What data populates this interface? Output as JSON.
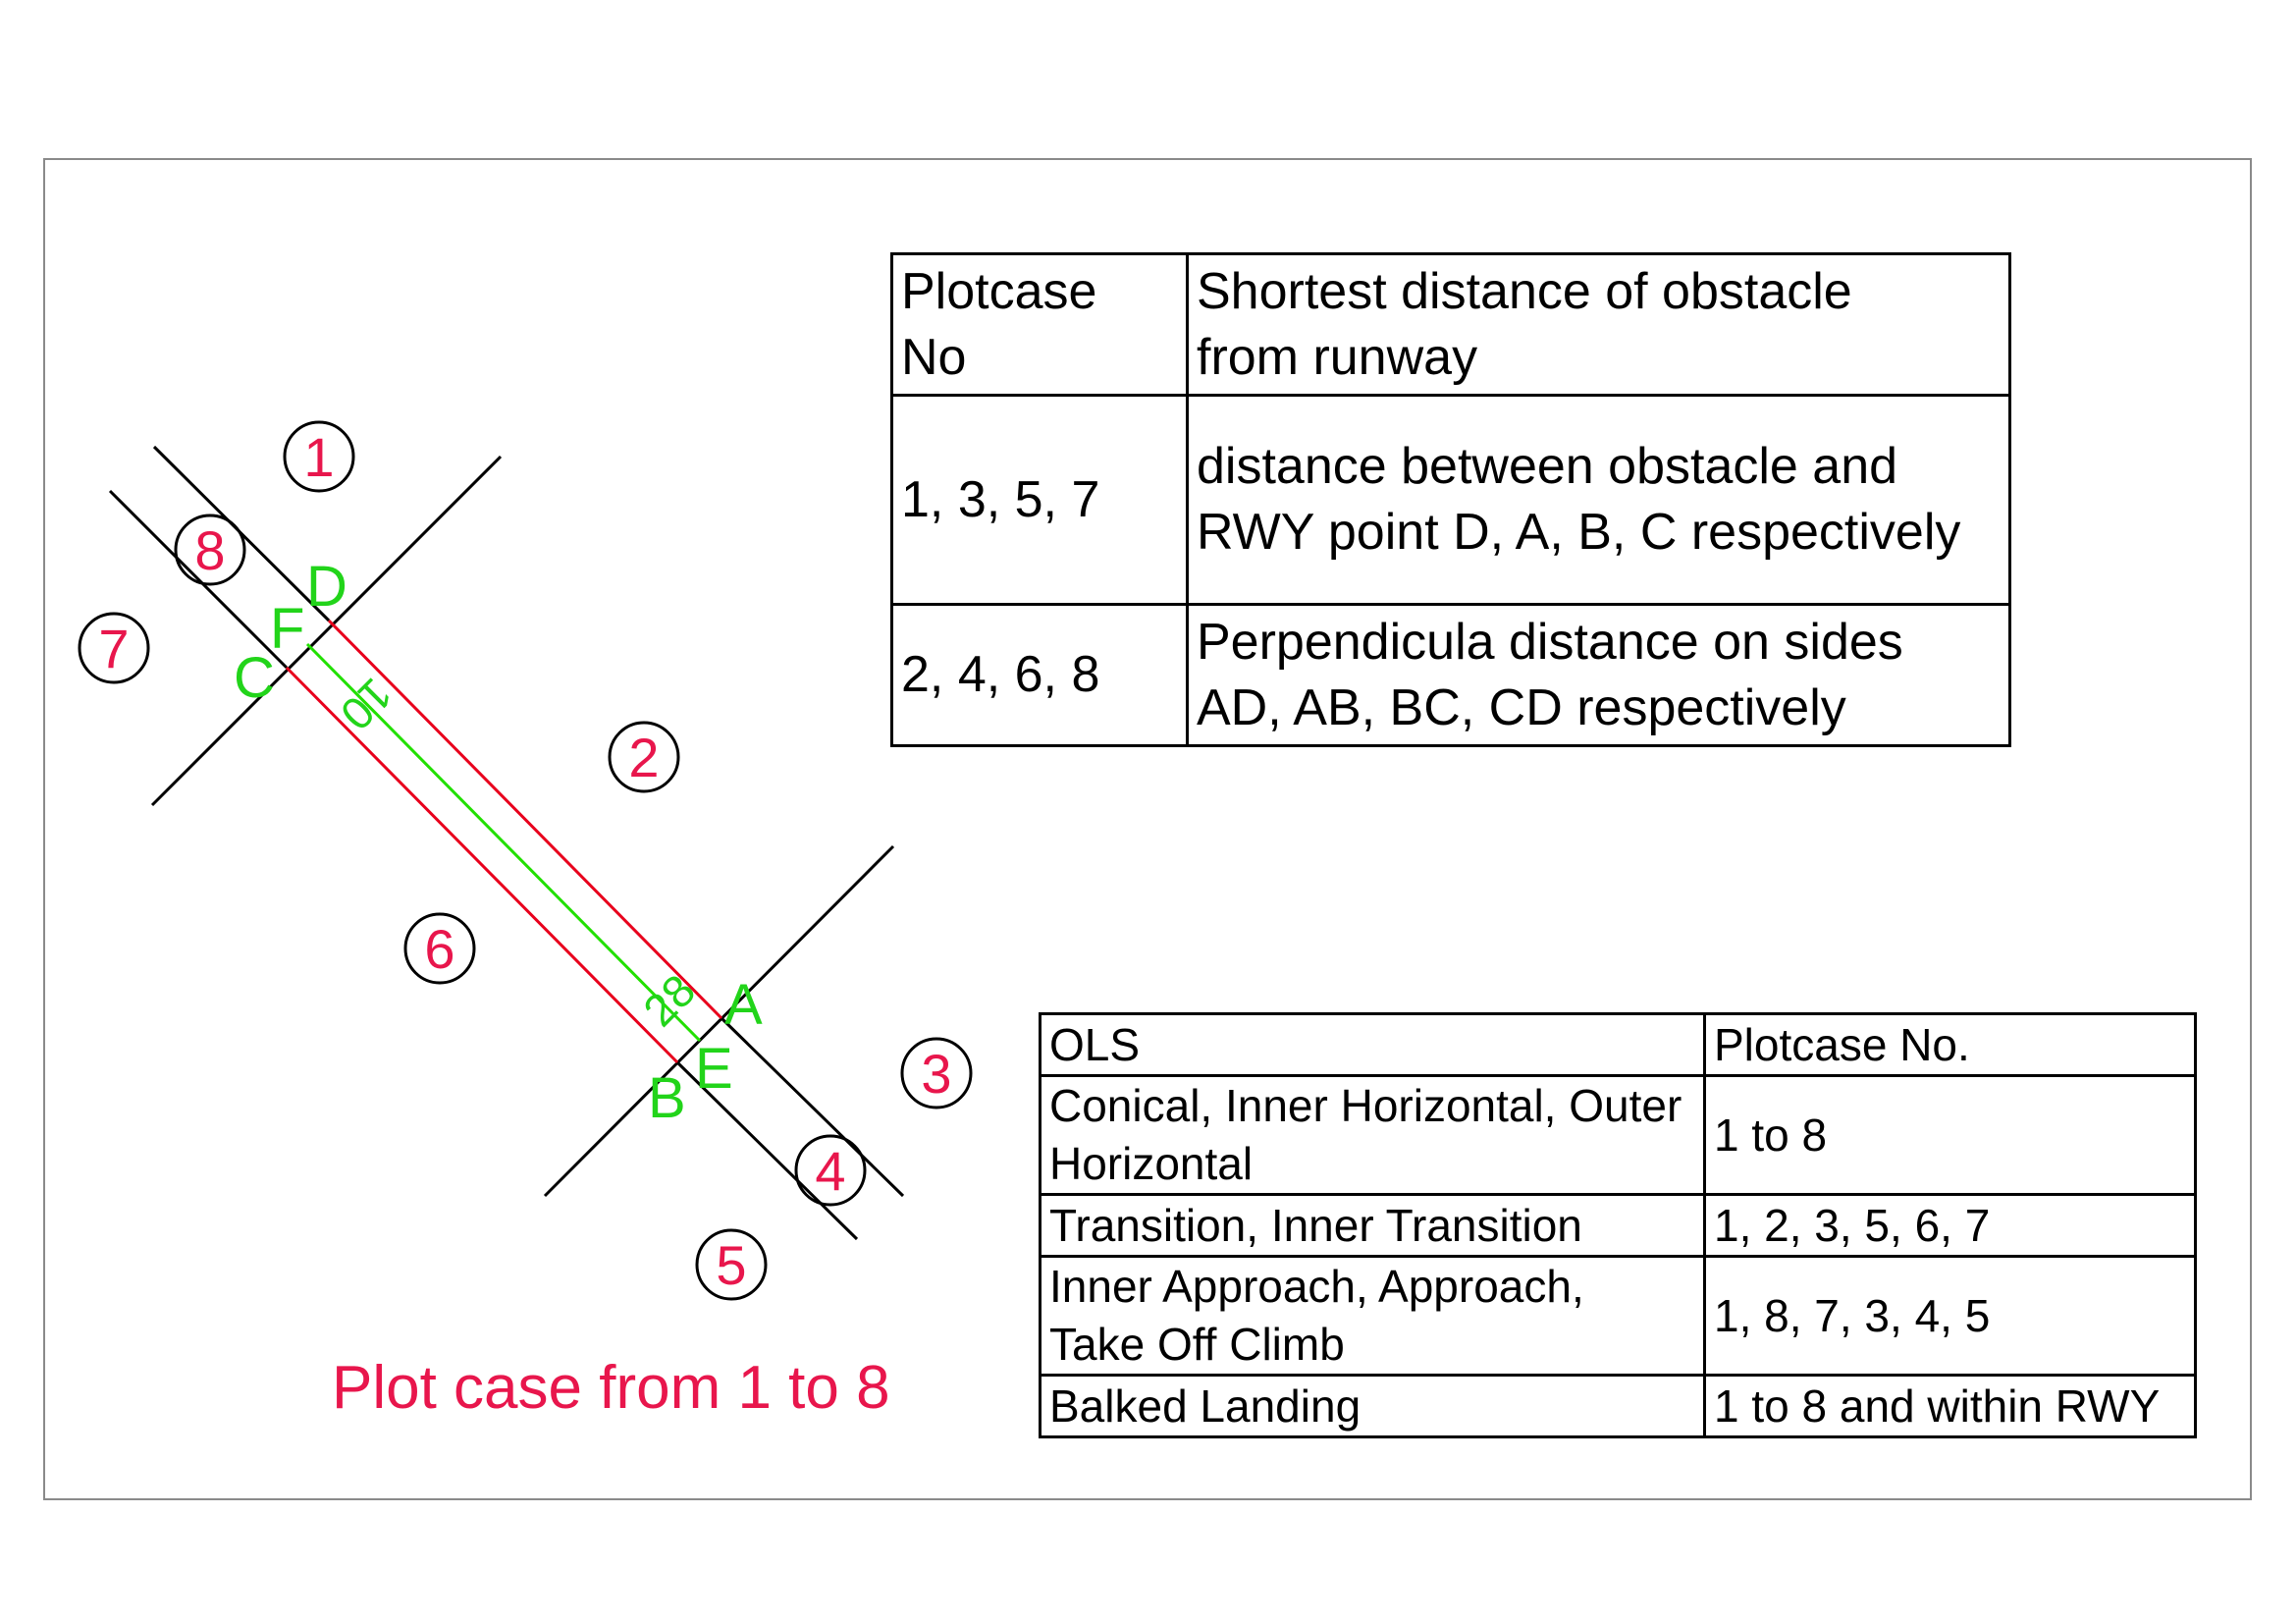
{
  "colors": {
    "frame": "#8a8a8a",
    "axis_lines": "#000000",
    "runway_edges": "#e8001c",
    "centerline": "#22e000",
    "point_labels": "#22d41a",
    "case_numbers": "#e8164c",
    "caption": "#e8164c"
  },
  "diagram": {
    "runway_designators": [
      "10",
      "28"
    ],
    "points": [
      "D",
      "F",
      "C",
      "A",
      "E",
      "B"
    ],
    "plot_cases": [
      "1",
      "2",
      "3",
      "4",
      "5",
      "6",
      "7",
      "8"
    ],
    "caption": "Plot case from 1 to 8"
  },
  "plotcase_table": {
    "header": [
      "Plotcase\nNo",
      "Shortest distance of obstacle\nfrom runway"
    ],
    "rows": [
      [
        "1, 3, 5, 7",
        "distance between obstacle and\nRWY point D, A, B, C respectively"
      ],
      [
        "2, 4, 6, 8",
        "Perpendicula distance on sides\nAD, AB, BC, CD respectively"
      ]
    ]
  },
  "ols_table": {
    "header": [
      "OLS",
      "Plotcase No."
    ],
    "rows": [
      [
        "Conical, Inner Horizontal, Outer\nHorizontal",
        "1 to 8"
      ],
      [
        "Transition, Inner Transition",
        "1, 2, 3, 5, 6, 7"
      ],
      [
        "Inner Approach, Approach,\nTake Off Climb",
        "1, 8, 7, 3, 4, 5"
      ],
      [
        "Balked Landing",
        "1 to 8 and within RWY"
      ]
    ]
  }
}
